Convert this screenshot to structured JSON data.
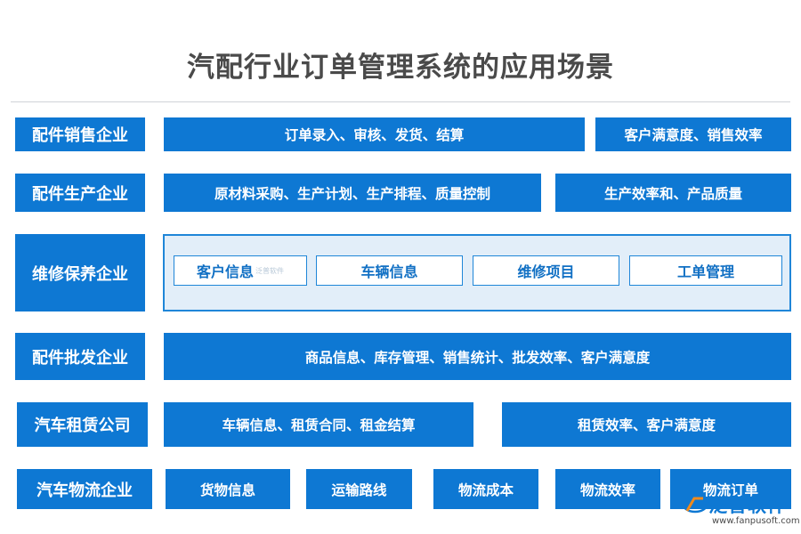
{
  "title": "汽配行业订单管理系统的应用场景",
  "colors": {
    "primary": "#0e78d3",
    "panel_bg": "#e2eef9",
    "title": "#4a4a4a"
  },
  "rows": [
    {
      "category": "配件销售企业",
      "items": [
        "订单录入、审核、发货、结算",
        "客户满意度、销售效率"
      ]
    },
    {
      "category": "配件生产企业",
      "items": [
        "原材料采购、生产计划、生产排程、质量控制",
        "生产效率和、产品质量"
      ]
    },
    {
      "category": "维修保养企业",
      "items": [
        "客户信息",
        "车辆信息",
        "维修项目",
        "工单管理"
      ]
    },
    {
      "category": "配件批发企业",
      "items": [
        "商品信息、库存管理、销售统计、批发效率、客户满意度"
      ]
    },
    {
      "category": "汽车租赁公司",
      "items": [
        "车辆信息、租赁合同、租金结算",
        "租赁效率、客户满意度"
      ]
    },
    {
      "category": "汽车物流企业",
      "items": [
        "货物信息",
        "运输路线",
        "物流成本",
        "物流效率",
        "物流订单"
      ]
    }
  ],
  "watermark": {
    "inline_text": "泛普软件",
    "brand_text": "泛普软件",
    "url": "www.fanpusoft.com",
    "icon": "fanpu-logo-icon"
  }
}
